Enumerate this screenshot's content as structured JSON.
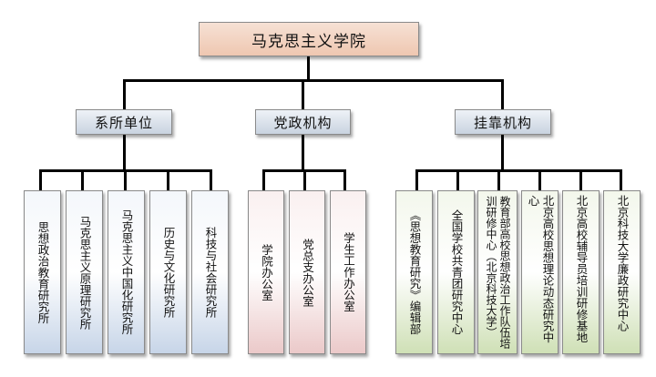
{
  "org": {
    "root": "马克思主义学院",
    "groups": [
      {
        "label": "系所单位",
        "color": "blue",
        "children": [
          "思想政治教育研究所",
          "马克思主义原理研究所",
          "马克思主义中国化研究所",
          "历史与文化研究所",
          "科技与社会研究所"
        ]
      },
      {
        "label": "党政机构",
        "color": "pink",
        "children": [
          "学院办公室",
          "党总支办公室",
          "学生工作办公室"
        ]
      },
      {
        "label": "挂靠机构",
        "color": "green",
        "children": [
          "《思想教育研究》编辑部",
          "全国学校共青团研究中心",
          "教育部高校思想政治工作队伍培训研修中心（北京科技大学）",
          "北京高校思想理论动态研究中心",
          "北京高校辅导员培训研修基地",
          "北京科技大学廉政研究中心"
        ]
      }
    ]
  },
  "colors": {
    "root": "#efc7b1",
    "group": "#c9d3e0",
    "blue": "#c7d5e8",
    "pink": "#ebc9c9",
    "green": "#cfe0b6",
    "connector": "#000000"
  }
}
